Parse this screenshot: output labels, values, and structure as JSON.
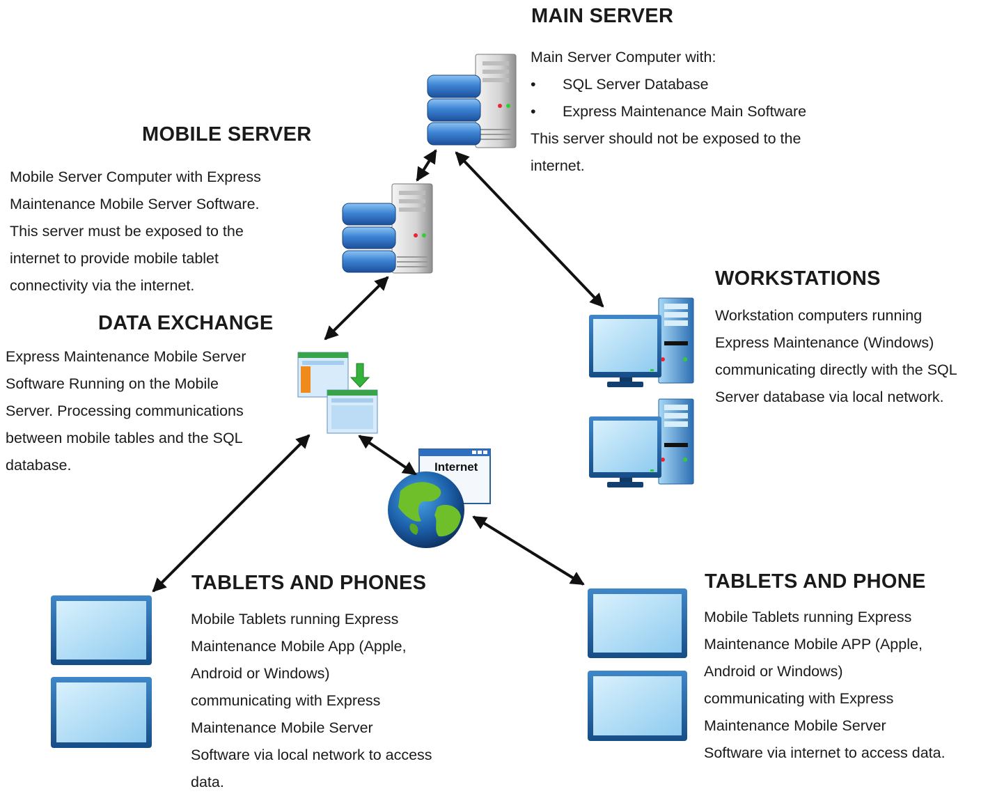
{
  "main_server": {
    "heading": "MAIN SERVER",
    "intro": "Main Server Computer with:",
    "bullets": [
      "SQL Server Database",
      "Express Maintenance Main Software"
    ],
    "note_lines": [
      "This server should not be exposed to the",
      "internet."
    ]
  },
  "mobile_server": {
    "heading": "MOBILE SERVER",
    "lines": [
      "Mobile Server Computer with Express",
      "Maintenance Mobile Server Software.",
      "This server must be exposed to the",
      "internet to provide mobile tablet",
      "connectivity via the internet."
    ]
  },
  "data_exchange": {
    "heading": "DATA EXCHANGE",
    "lines": [
      "Express Maintenance Mobile Server",
      "Software Running on the Mobile",
      "Server. Processing communications",
      "between mobile tables and the SQL",
      "database."
    ]
  },
  "workstations": {
    "heading": "WORKSTATIONS",
    "lines": [
      "Workstation computers running",
      "Express Maintenance (Windows)",
      "communicating directly with the SQL",
      "Server database via local network."
    ]
  },
  "tablets_left": {
    "heading": "TABLETS AND PHONES",
    "lines": [
      "Mobile Tablets running Express",
      "Maintenance Mobile App (Apple,",
      "Android or Windows)",
      "communicating with  Express",
      "Maintenance Mobile Server",
      "Software via local network to access",
      "data."
    ]
  },
  "tablets_right": {
    "heading": "TABLETS AND PHONE",
    "lines": [
      "Mobile Tablets running Express",
      "Maintenance Mobile APP (Apple,",
      "Android or Windows)",
      "communicating with  Express",
      "Maintenance Mobile Server",
      "Software via internet to access data."
    ]
  },
  "internet_window": {
    "label": "Internet"
  },
  "colors": {
    "server_blue": "#2f6fc0",
    "screen_blue": "#b9e2f7",
    "frame_blue": "#1f5f9e",
    "globe_green": "#6fbf2a",
    "arrow": "#111111"
  }
}
